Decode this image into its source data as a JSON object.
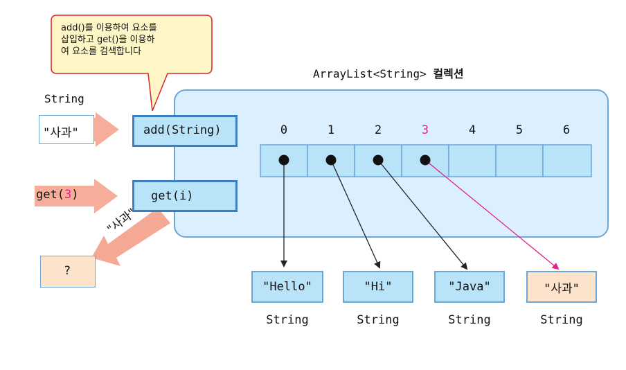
{
  "callout": {
    "line1": "add()를 이용하여 요소를",
    "line2": "삽입하고 get()을 이용하",
    "line3": "여 요소를 검색합니다"
  },
  "collection": {
    "title_code": "ArrayList<String>",
    "title_kr": "컬렉션",
    "indices": [
      "0",
      "1",
      "2",
      "3",
      "4",
      "5",
      "6"
    ],
    "highlighted_index": "3"
  },
  "left": {
    "type_label": "String",
    "input_value": "\"사과\"",
    "get_call_prefix": "get(",
    "get_call_index": "3",
    "get_call_suffix": ")",
    "return_label": "\"사과\"",
    "result_value": "?"
  },
  "methods": {
    "add": "add(String)",
    "get": "get(i)"
  },
  "elements": [
    {
      "value": "\"Hello\"",
      "type": "String"
    },
    {
      "value": "\"Hi\"",
      "type": "String"
    },
    {
      "value": "\"Java\"",
      "type": "String"
    },
    {
      "value": "\"사과\"",
      "type": "String"
    }
  ],
  "colors": {
    "panel_fill": "#dcefff",
    "panel_border": "#6aa7d8",
    "method_fill": "#b9e3f8",
    "method_border": "#3d7fc3",
    "highlight": "#e0218a",
    "arrow_salmon": "#f4a08a",
    "callout_fill": "#fff6c8",
    "callout_border": "#d9262b",
    "result_fill": "#fde3cc"
  }
}
